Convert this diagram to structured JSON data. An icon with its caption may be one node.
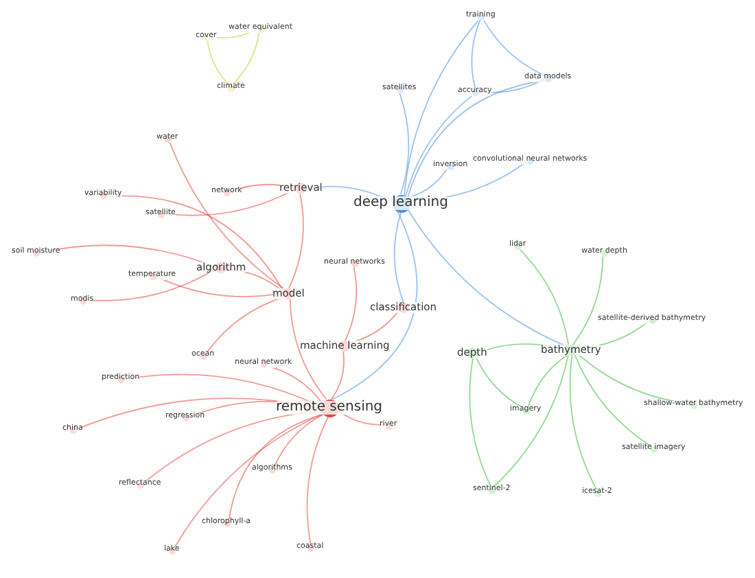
{
  "diagram": {
    "nodes": [
      {
        "text": [
          "cover"
        ]
      },
      {
        "text": [
          "water equivalent"
        ]
      },
      {
        "text": [
          "climate"
        ]
      },
      {
        "text": [
          "training"
        ]
      },
      {
        "text": [
          "satellites"
        ]
      },
      {
        "text": [
          "accuracy"
        ]
      },
      {
        "text": [
          "data models"
        ]
      },
      {
        "text": [
          "water"
        ]
      },
      {
        "text": [
          "retrieval"
        ]
      },
      {
        "text": [
          "network"
        ]
      },
      {
        "text": [
          "inversion"
        ]
      },
      {
        "text": [
          "convolutional neural networks"
        ]
      },
      {
        "text": [
          "deep learning"
        ]
      },
      {
        "text": [
          "variability"
        ]
      },
      {
        "text": [
          "satellite"
        ]
      },
      {
        "text": [
          "lidar"
        ]
      },
      {
        "text": [
          "water depth"
        ]
      },
      {
        "text": [
          "soil moisture"
        ]
      },
      {
        "text": [
          "temperature"
        ]
      },
      {
        "text": [
          "algorithm"
        ]
      },
      {
        "text": [
          "neural networks"
        ]
      },
      {
        "text": [
          "model"
        ]
      },
      {
        "text": [
          "classification"
        ]
      },
      {
        "text": [
          "modis"
        ]
      },
      {
        "text": [
          "satellite-derived bathymetry"
        ]
      },
      {
        "text": [
          "machine learning"
        ]
      },
      {
        "text": [
          "depth"
        ]
      },
      {
        "text": [
          "bathymetry"
        ]
      },
      {
        "text": [
          "ocean"
        ]
      },
      {
        "text": [
          "neural network"
        ]
      },
      {
        "text": [
          "prediction"
        ]
      },
      {
        "text": [
          "regression"
        ]
      },
      {
        "text": [
          "remote sensing"
        ]
      },
      {
        "text": [
          "river"
        ]
      },
      {
        "text": [
          "imagery"
        ]
      },
      {
        "text": [
          "shallow-water bathymetry"
        ]
      },
      {
        "text": [
          "china"
        ]
      },
      {
        "text": [
          "satellite imagery"
        ]
      },
      {
        "text": [
          "algorithms"
        ]
      },
      {
        "text": [
          "reflectance"
        ]
      },
      {
        "text": [
          "sentinel-2"
        ]
      },
      {
        "text": [
          "icesat-2"
        ]
      },
      {
        "text": [
          "chlorophyll-a"
        ]
      },
      {
        "text": [
          "lake"
        ]
      },
      {
        "text": [
          "coastal"
        ]
      }
    ],
    "edges": [
      {
        "from": 0,
        "to": 1,
        "arrow": "none",
        "color": "#c9c92a"
      },
      {
        "from": 0,
        "to": 2,
        "arrow": "none",
        "color": "#c9c92a"
      },
      {
        "from": 2,
        "to": 1,
        "arrow": "none",
        "color": "#c9c92a"
      },
      {
        "from": 12,
        "to": 3,
        "arrow": "none",
        "color": "#4a90e2"
      },
      {
        "from": 12,
        "to": 4,
        "arrow": "none",
        "color": "#4a90e2"
      },
      {
        "from": 12,
        "to": 5,
        "arrow": "none",
        "color": "#4a90e2"
      },
      {
        "from": 12,
        "to": 6,
        "arrow": "none",
        "color": "#4a90e2"
      },
      {
        "from": 12,
        "to": 10,
        "arrow": "none",
        "color": "#4a90e2"
      },
      {
        "from": 12,
        "to": 11,
        "arrow": "none",
        "color": "#4a90e2"
      },
      {
        "from": 3,
        "to": 5,
        "arrow": "none",
        "color": "#4a90e2"
      },
      {
        "from": 3,
        "to": 6,
        "arrow": "none",
        "color": "#4a90e2"
      },
      {
        "from": 5,
        "to": 6,
        "arrow": "none",
        "color": "#4a90e2"
      },
      {
        "from": 12,
        "to": 8,
        "arrow": "none",
        "color": "#4a90e2"
      },
      {
        "from": 12,
        "to": 22,
        "arrow": "none",
        "color": "#4a90e2"
      },
      {
        "from": 12,
        "to": 32,
        "arrow": "none",
        "color": "#4a90e2"
      },
      {
        "from": 12,
        "to": 27,
        "arrow": "none",
        "color": "#4a90e2"
      },
      {
        "from": 32,
        "to": 21,
        "arrow": "none"
      },
      {
        "from": 32,
        "to": 25,
        "arrow": "none"
      },
      {
        "from": 32,
        "to": 38,
        "arrow": "none"
      },
      {
        "from": 32,
        "to": 44,
        "arrow": "none"
      },
      {
        "from": 32,
        "to": 31,
        "arrow": "none"
      },
      {
        "from": 32,
        "to": 36,
        "arrow": "none"
      },
      {
        "from": 32,
        "to": 33,
        "arrow": "none"
      },
      {
        "from": 32,
        "to": 42,
        "arrow": "none"
      },
      {
        "from": 32,
        "to": 39,
        "arrow": "none"
      },
      {
        "from": 32,
        "to": 30,
        "arrow": "none"
      },
      {
        "from": 32,
        "to": 29,
        "arrow": "none"
      },
      {
        "from": 32,
        "to": 43,
        "arrow": "none"
      },
      {
        "from": 21,
        "to": 8,
        "arrow": "none"
      },
      {
        "from": 21,
        "to": 19,
        "arrow": "none"
      },
      {
        "from": 21,
        "to": 13,
        "arrow": "none"
      },
      {
        "from": 21,
        "to": 7,
        "arrow": "none"
      },
      {
        "from": 21,
        "to": 18,
        "arrow": "none"
      },
      {
        "from": 21,
        "to": 28,
        "arrow": "none"
      },
      {
        "from": 8,
        "to": 9,
        "arrow": "none"
      },
      {
        "from": 8,
        "to": 14,
        "arrow": "none"
      },
      {
        "from": 19,
        "to": 17,
        "arrow": "none"
      },
      {
        "from": 19,
        "to": 23,
        "arrow": "none"
      },
      {
        "from": 25,
        "to": 20,
        "arrow": "none"
      },
      {
        "from": 25,
        "to": 22,
        "arrow": "none"
      },
      {
        "from": 27,
        "to": 24,
        "arrow": "none",
        "color": "#3cb93c"
      },
      {
        "from": 27,
        "to": 35,
        "arrow": "none",
        "color": "#3cb93c"
      },
      {
        "from": 27,
        "to": 34,
        "arrow": "none",
        "color": "#3cb93c"
      },
      {
        "from": 27,
        "to": 40,
        "arrow": "none",
        "color": "#3cb93c"
      },
      {
        "from": 27,
        "to": 41,
        "arrow": "none",
        "color": "#3cb93c"
      },
      {
        "from": 27,
        "to": 15,
        "arrow": "none",
        "color": "#3cb93c"
      },
      {
        "from": 27,
        "to": 16,
        "arrow": "none",
        "color": "#3cb93c"
      },
      {
        "from": 27,
        "to": 26,
        "arrow": "none",
        "color": "#3cb93c"
      },
      {
        "from": 27,
        "to": 37,
        "arrow": "none",
        "color": "#3cb93c"
      },
      {
        "from": 26,
        "to": 40,
        "arrow": "none",
        "color": "#3cb93c"
      },
      {
        "from": 26,
        "to": 34,
        "arrow": "none",
        "color": "#3cb93c"
      }
    ]
  }
}
